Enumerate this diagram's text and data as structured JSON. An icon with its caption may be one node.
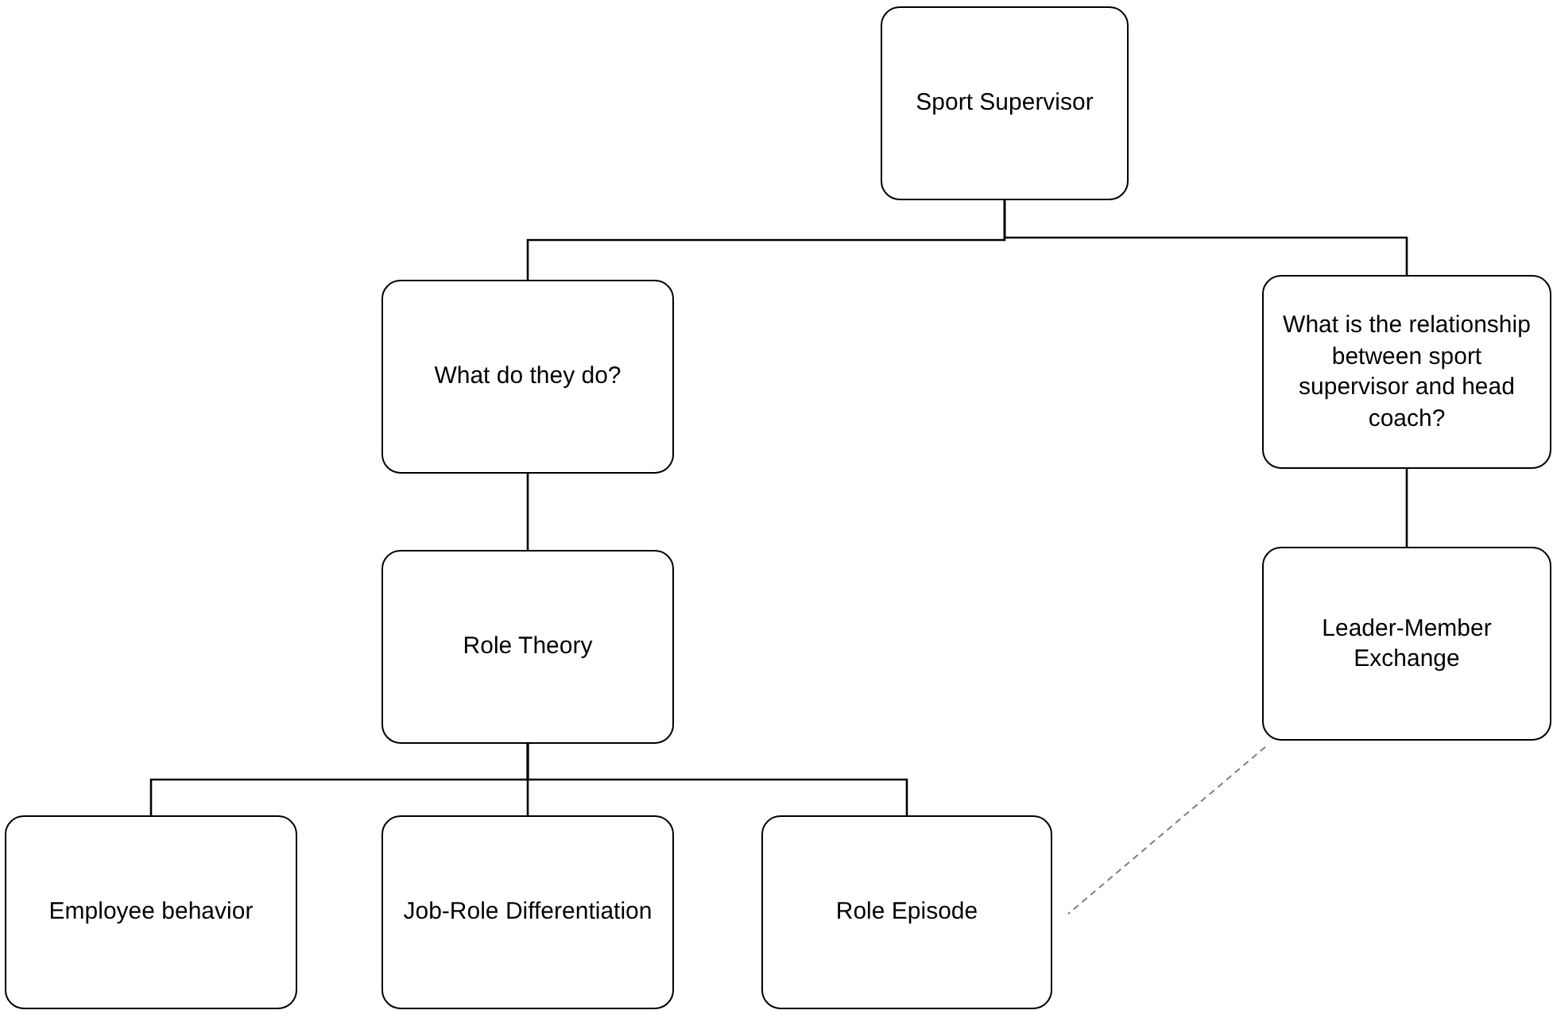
{
  "diagram": {
    "nodes": [
      {
        "text": [
          "Sport Supervisor"
        ]
      },
      {
        "text": [
          "What do they do?"
        ]
      },
      {
        "text": [
          "What is the relationship between sport supervisor and head coach?"
        ]
      },
      {
        "text": [
          "Role Theory"
        ]
      },
      {
        "text": [
          "Leader-Member Exchange"
        ]
      },
      {
        "text": [
          "Employee behavior"
        ]
      },
      {
        "text": [
          "Job-Role Differentiation"
        ]
      },
      {
        "text": [
          "Role Episode"
        ]
      }
    ],
    "edges": [
      {
        "from": 0,
        "to": 1,
        "arrow": "none"
      },
      {
        "from": 0,
        "to": 2,
        "arrow": "none"
      },
      {
        "from": 1,
        "to": 3,
        "arrow": "none"
      },
      {
        "from": 2,
        "to": 4,
        "arrow": "none"
      },
      {
        "from": 3,
        "to": 5,
        "arrow": "none"
      },
      {
        "from": 3,
        "to": 6,
        "arrow": "none"
      },
      {
        "from": 3,
        "to": 7,
        "arrow": "none"
      },
      {
        "from": 4,
        "to": 7,
        "arrow": "none",
        "style": "dashed",
        "color": "#7f7f7f"
      }
    ]
  }
}
